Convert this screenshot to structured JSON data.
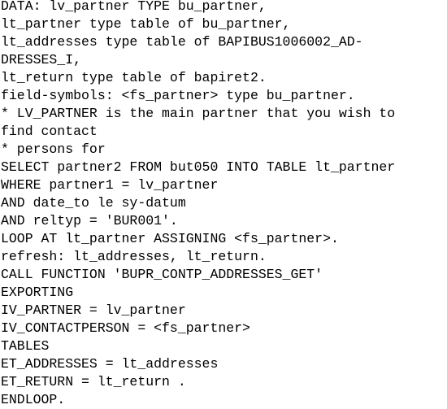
{
  "document": {
    "lines": [
      "DATA: lv_partner TYPE bu_partner,",
      "lt_partner type table of bu_partner,",
      "lt_addresses type table of BAPIBUS1006002_AD-",
      "DRESSES_I,",
      "lt_return type table of bapiret2.",
      "field-symbols: <fs_partner> type bu_partner.",
      "* LV_PARTNER is the main partner that you wish to",
      "find contact",
      "* persons for",
      "SELECT partner2 FROM but050 INTO TABLE lt_partner",
      "WHERE partner1 = lv_partner",
      "AND date_to le sy-datum",
      "AND reltyp = 'BUR001'.",
      "LOOP AT lt_partner ASSIGNING <fs_partner>.",
      "refresh: lt_addresses, lt_return.",
      "CALL FUNCTION 'BUPR_CONTP_ADDRESSES_GET'",
      "EXPORTING",
      "IV_PARTNER = lv_partner",
      "IV_CONTACTPERSON = <fs_partner>",
      "TABLES",
      "ET_ADDRESSES = lt_addresses",
      "ET_RETURN = lt_return .",
      "ENDLOOP."
    ]
  }
}
